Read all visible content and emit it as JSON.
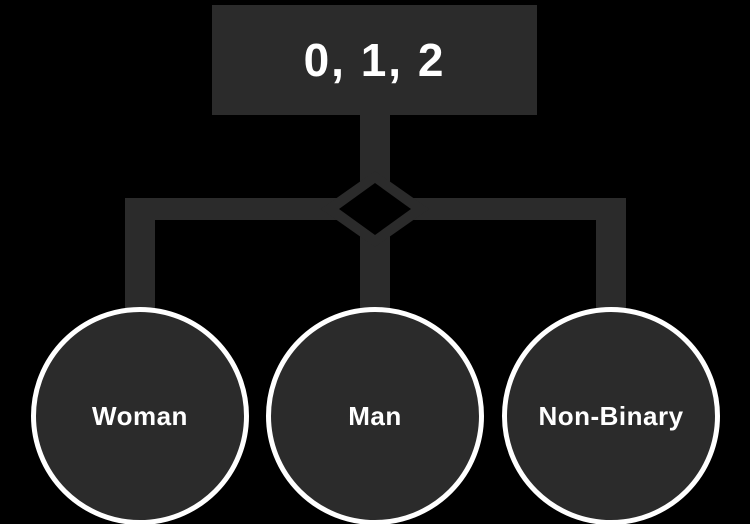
{
  "diagram": {
    "root": {
      "label": "0, 1, 2"
    },
    "children": [
      {
        "label": "Woman"
      },
      {
        "label": "Man"
      },
      {
        "label": "Non-Binary"
      }
    ],
    "icons": {
      "connector": "diamond"
    },
    "colors": {
      "background": "#000000",
      "node_fill": "#2b2b2b",
      "connector_line": "#2b2b2b",
      "circle_border": "#ffffff",
      "text": "#ffffff"
    }
  }
}
